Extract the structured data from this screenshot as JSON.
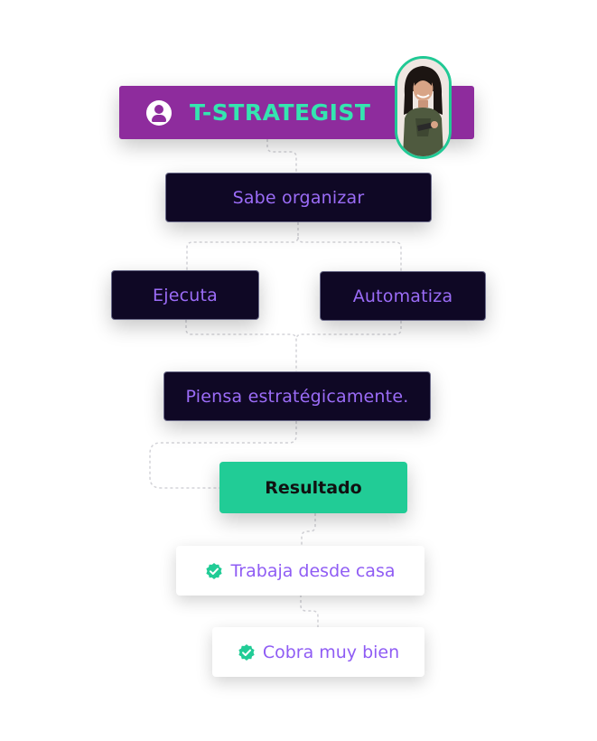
{
  "header": {
    "title": "T-STRATEGIST",
    "icon": "user-icon"
  },
  "avatar": {
    "icon": "profile-photo"
  },
  "steps": {
    "organizar": "Sabe organizar",
    "ejecuta": "Ejecuta",
    "automatiza": "Automatiza",
    "piensa": "Piensa estratégicamente."
  },
  "result": {
    "label": "Resultado"
  },
  "outcomes": [
    {
      "label": "Trabaja desde casa",
      "icon": "check-badge-icon"
    },
    {
      "label": "Cobra muy bien",
      "icon": "check-badge-icon"
    }
  ],
  "colors": {
    "header_bg": "#8e2c9d",
    "title": "#34e5b0",
    "node_bg": "#0f0825",
    "node_text": "#9b6cf7",
    "result_bg": "#21cc96",
    "outcome_text": "#8f5cf4",
    "check": "#21cc96"
  }
}
